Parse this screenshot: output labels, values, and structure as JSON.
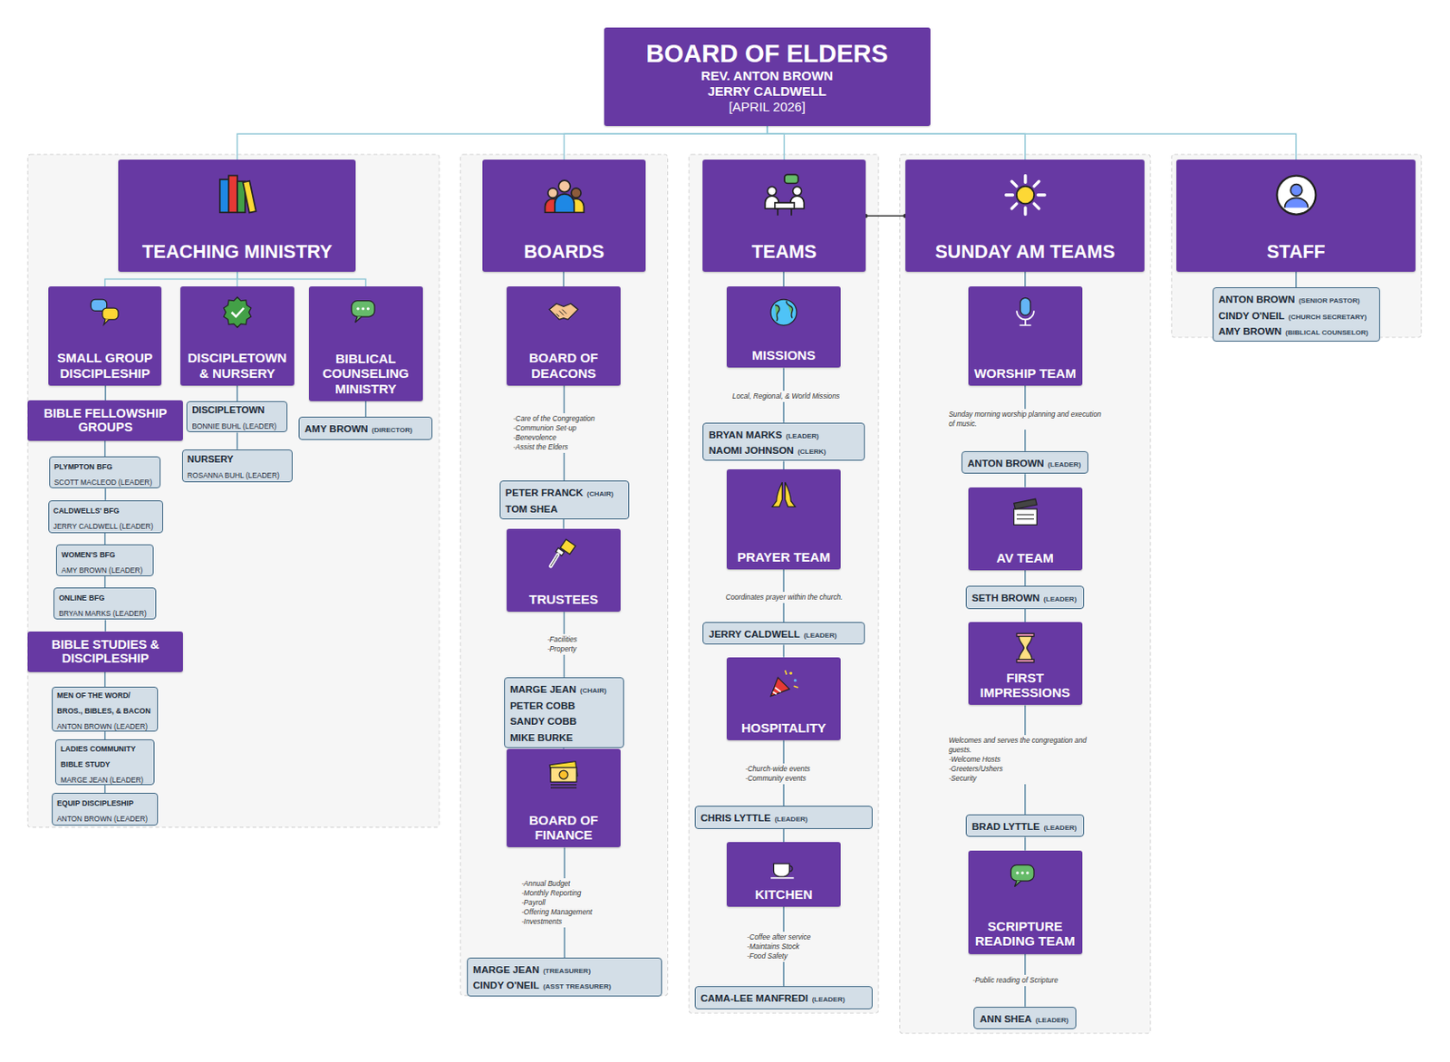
{
  "diagram": {
    "nodes": [
      {
        "text": [
          "BOARD OF ELDERS",
          "REV. ANTON BROWN",
          "JERRY CALDWELL",
          "[APRIL 2026]"
        ]
      },
      {
        "text": [
          "TEACHING MINISTRY"
        ]
      },
      {
        "text": [
          "BOARDS"
        ]
      },
      {
        "text": [
          "TEAMS"
        ]
      },
      {
        "text": [
          "SUNDAY AM TEAMS"
        ]
      },
      {
        "text": [
          "STAFF"
        ]
      },
      {
        "text": [
          "SMALL GROUP DISCIPLESHIP"
        ]
      },
      {
        "text": [
          "DISCIPLETOWN & NURSERY"
        ]
      },
      {
        "text": [
          "BIBLICAL COUNSELING MINISTRY"
        ]
      },
      {
        "text": [
          "BIBLE FELLOWSHIP GROUPS"
        ]
      },
      {
        "text": [
          "PLYMPTON BFG",
          "SCOTT MACLEOD (LEADER)"
        ]
      },
      {
        "text": [
          "CALDWELLS' BFG",
          "JERRY CALDWELL (LEADER)"
        ]
      },
      {
        "text": [
          "WOMEN'S BFG",
          "AMY BROWN (LEADER)"
        ]
      },
      {
        "text": [
          "ONLINE BFG",
          "BRYAN MARKS (LEADER)"
        ]
      },
      {
        "text": [
          "BIBLE STUDIES & DISCIPLESHIP"
        ]
      },
      {
        "text": [
          "MEN OF THE WORD/ BROS., BIBLES, & BACON",
          "ANTON BROWN (LEADER)"
        ]
      },
      {
        "text": [
          "LADIES COMMUNITY BIBLE STUDY",
          "MARGE JEAN (LEADER)"
        ]
      },
      {
        "text": [
          "EQUIP DISCIPLESHIP",
          "ANTON BROWN (LEADER)"
        ]
      },
      {
        "text": [
          "DISCIPLETOWN",
          "BONNIE BUHL (LEADER)"
        ]
      },
      {
        "text": [
          "NURSERY",
          "ROSANNA BUHL (LEADER)"
        ]
      },
      {
        "text": [
          "AMY BROWN",
          "(DIRECTOR)"
        ]
      },
      {
        "text": [
          "BOARD OF DEACONS"
        ]
      },
      {
        "text": [
          "PETER FRANCK",
          "(CHAIR)",
          "TOM SHEA"
        ]
      },
      {
        "text": [
          "TRUSTEES"
        ]
      },
      {
        "text": [
          "MARGE JEAN",
          "(CHAIR)",
          "PETER COBB",
          "SANDY COBB",
          "MIKE BURKE"
        ]
      },
      {
        "text": [
          "BOARD OF FINANCE"
        ]
      },
      {
        "text": [
          "MARGE JEAN",
          "(TREASURER)",
          "CINDY O'NEIL",
          "(ASST TREASURER)"
        ]
      },
      {
        "text": [
          "MISSIONS"
        ]
      },
      {
        "text": [
          "BRYAN MARKS",
          "(LEADER)",
          "NAOMI JOHNSON",
          "(CLERK)"
        ]
      },
      {
        "text": [
          "PRAYER TEAM"
        ]
      },
      {
        "text": [
          "JERRY CALDWELL",
          "(LEADER)"
        ]
      },
      {
        "text": [
          "HOSPITALITY"
        ]
      },
      {
        "text": [
          "CHRIS LYTTLE",
          "(LEADER)"
        ]
      },
      {
        "text": [
          "KITCHEN"
        ]
      },
      {
        "text": [
          "CAMA-LEE MANFREDI",
          "(LEADER)"
        ]
      },
      {
        "text": [
          "WORSHIP TEAM"
        ]
      },
      {
        "text": [
          "ANTON BROWN",
          "(LEADER)"
        ]
      },
      {
        "text": [
          "AV TEAM"
        ]
      },
      {
        "text": [
          "SETH BROWN",
          "(LEADER)"
        ]
      },
      {
        "text": [
          "FIRST IMPRESSIONS"
        ]
      },
      {
        "text": [
          "BRAD LYTTLE",
          "(LEADER)"
        ]
      },
      {
        "text": [
          "SCRIPTURE READING TEAM"
        ]
      },
      {
        "text": [
          "ANN SHEA",
          "(LEADER)"
        ]
      },
      {
        "text": [
          "ANTON BROWN",
          "(SENIOR PASTOR)",
          "CINDY O'NEIL",
          "(CHURCH SECRETARY)",
          "AMY BROWN",
          "(BIBLICAL COUNSELOR)"
        ]
      }
    ],
    "edges": [
      {
        "from": 0,
        "to": 1,
        "arrow": "none"
      },
      {
        "from": 0,
        "to": 2,
        "arrow": "none"
      },
      {
        "from": 0,
        "to": 3,
        "arrow": "none"
      },
      {
        "from": 0,
        "to": 4,
        "arrow": "none"
      },
      {
        "from": 0,
        "to": 5,
        "arrow": "none"
      },
      {
        "from": 1,
        "to": 6,
        "arrow": "none"
      },
      {
        "from": 1,
        "to": 7,
        "arrow": "none"
      },
      {
        "from": 1,
        "to": 8,
        "arrow": "none"
      },
      {
        "from": 6,
        "to": 9,
        "arrow": "none"
      },
      {
        "from": 9,
        "to": 10,
        "arrow": "none"
      },
      {
        "from": 10,
        "to": 11,
        "arrow": "none"
      },
      {
        "from": 11,
        "to": 12,
        "arrow": "none"
      },
      {
        "from": 12,
        "to": 13,
        "arrow": "none"
      },
      {
        "from": 13,
        "to": 14,
        "arrow": "none"
      },
      {
        "from": 14,
        "to": 15,
        "arrow": "none"
      },
      {
        "from": 15,
        "to": 16,
        "arrow": "none"
      },
      {
        "from": 16,
        "to": 17,
        "arrow": "none"
      },
      {
        "from": 7,
        "to": 18,
        "arrow": "none"
      },
      {
        "from": 18,
        "to": 19,
        "arrow": "none"
      },
      {
        "from": 8,
        "to": 20,
        "arrow": "none"
      },
      {
        "from": 2,
        "to": 21,
        "arrow": "none"
      },
      {
        "from": 21,
        "to": 22,
        "arrow": "none"
      },
      {
        "from": 22,
        "to": 23,
        "arrow": "none"
      },
      {
        "from": 23,
        "to": 24,
        "arrow": "none"
      },
      {
        "from": 24,
        "to": 25,
        "arrow": "none"
      },
      {
        "from": 25,
        "to": 26,
        "arrow": "none"
      },
      {
        "from": 3,
        "to": 4,
        "arrow": "none"
      },
      {
        "from": 3,
        "to": 27,
        "arrow": "none"
      },
      {
        "from": 27,
        "to": 28,
        "arrow": "none"
      },
      {
        "from": 28,
        "to": 29,
        "arrow": "none"
      },
      {
        "from": 29,
        "to": 30,
        "arrow": "none"
      },
      {
        "from": 30,
        "to": 31,
        "arrow": "none"
      },
      {
        "from": 31,
        "to": 32,
        "arrow": "none"
      },
      {
        "from": 32,
        "to": 33,
        "arrow": "none"
      },
      {
        "from": 33,
        "to": 34,
        "arrow": "none"
      },
      {
        "from": 4,
        "to": 35,
        "arrow": "none"
      },
      {
        "from": 35,
        "to": 36,
        "arrow": "none"
      },
      {
        "from": 36,
        "to": 37,
        "arrow": "none"
      },
      {
        "from": 37,
        "to": 38,
        "arrow": "none"
      },
      {
        "from": 38,
        "to": 39,
        "arrow": "none"
      },
      {
        "from": 39,
        "to": 40,
        "arrow": "none"
      },
      {
        "from": 40,
        "to": 41,
        "arrow": "none"
      },
      {
        "from": 41,
        "to": 42,
        "arrow": "none"
      },
      {
        "from": 5,
        "to": 43,
        "arrow": "none"
      }
    ],
    "labels": [
      "-Care of the Congregation",
      "-Communion Set-up",
      "-Benevolence",
      "-Assist the Elders",
      "-Facilities",
      "-Property",
      "-Annual Budget",
      "-Monthly Reporting",
      "-Payroll",
      "-Offering Management",
      "-Investments",
      "Local, Regional, & World Missions",
      "Coordinates prayer within the church.",
      "-Church-wide events",
      "-Community events",
      "-Coffee after service",
      "-Maintains Stock",
      "-Food Safety",
      "Sunday morning worship planning and execution of music.",
      "Welcomes and serves the congregation and guests.",
      "-Welcome Hosts",
      "-Greeters/Ushers",
      "-Security",
      "-Public reading of Scripture"
    ]
  }
}
